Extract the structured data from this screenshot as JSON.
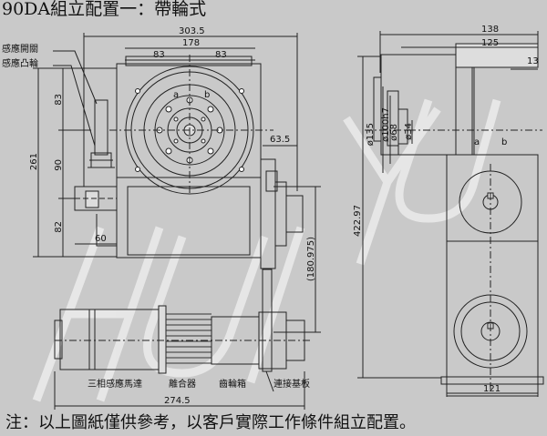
{
  "title": "90DA組立配置一：帶輪式",
  "note": "注：以上圖紙僅供參考，以客戶實際工作條件組立配置。",
  "watermark": "HUIYU",
  "labels": {
    "sensor_switch": "感應開關",
    "sensor_cam": "感應凸輪",
    "motor": "三相感應馬達",
    "clutch": "離合器",
    "gearbox": "齒輪箱",
    "base_plate": "連接基板",
    "a": "a",
    "b": "b"
  },
  "dims": {
    "d303_5": "303.5",
    "d178": "178",
    "d83a": "83",
    "d83b": "83",
    "d63_5": "63.5",
    "d261": "261",
    "d83v": "83",
    "d90": "90",
    "d82": "82",
    "d60": "60",
    "d180_975": "(180.975)",
    "d274_5": "274.5",
    "d138": "138",
    "d125": "125",
    "d13": "13",
    "d135": "ø135",
    "d100": "ø100h7",
    "d68": "ø68",
    "d34": "ø34",
    "d422_97": "422.97",
    "d121": "121"
  }
}
